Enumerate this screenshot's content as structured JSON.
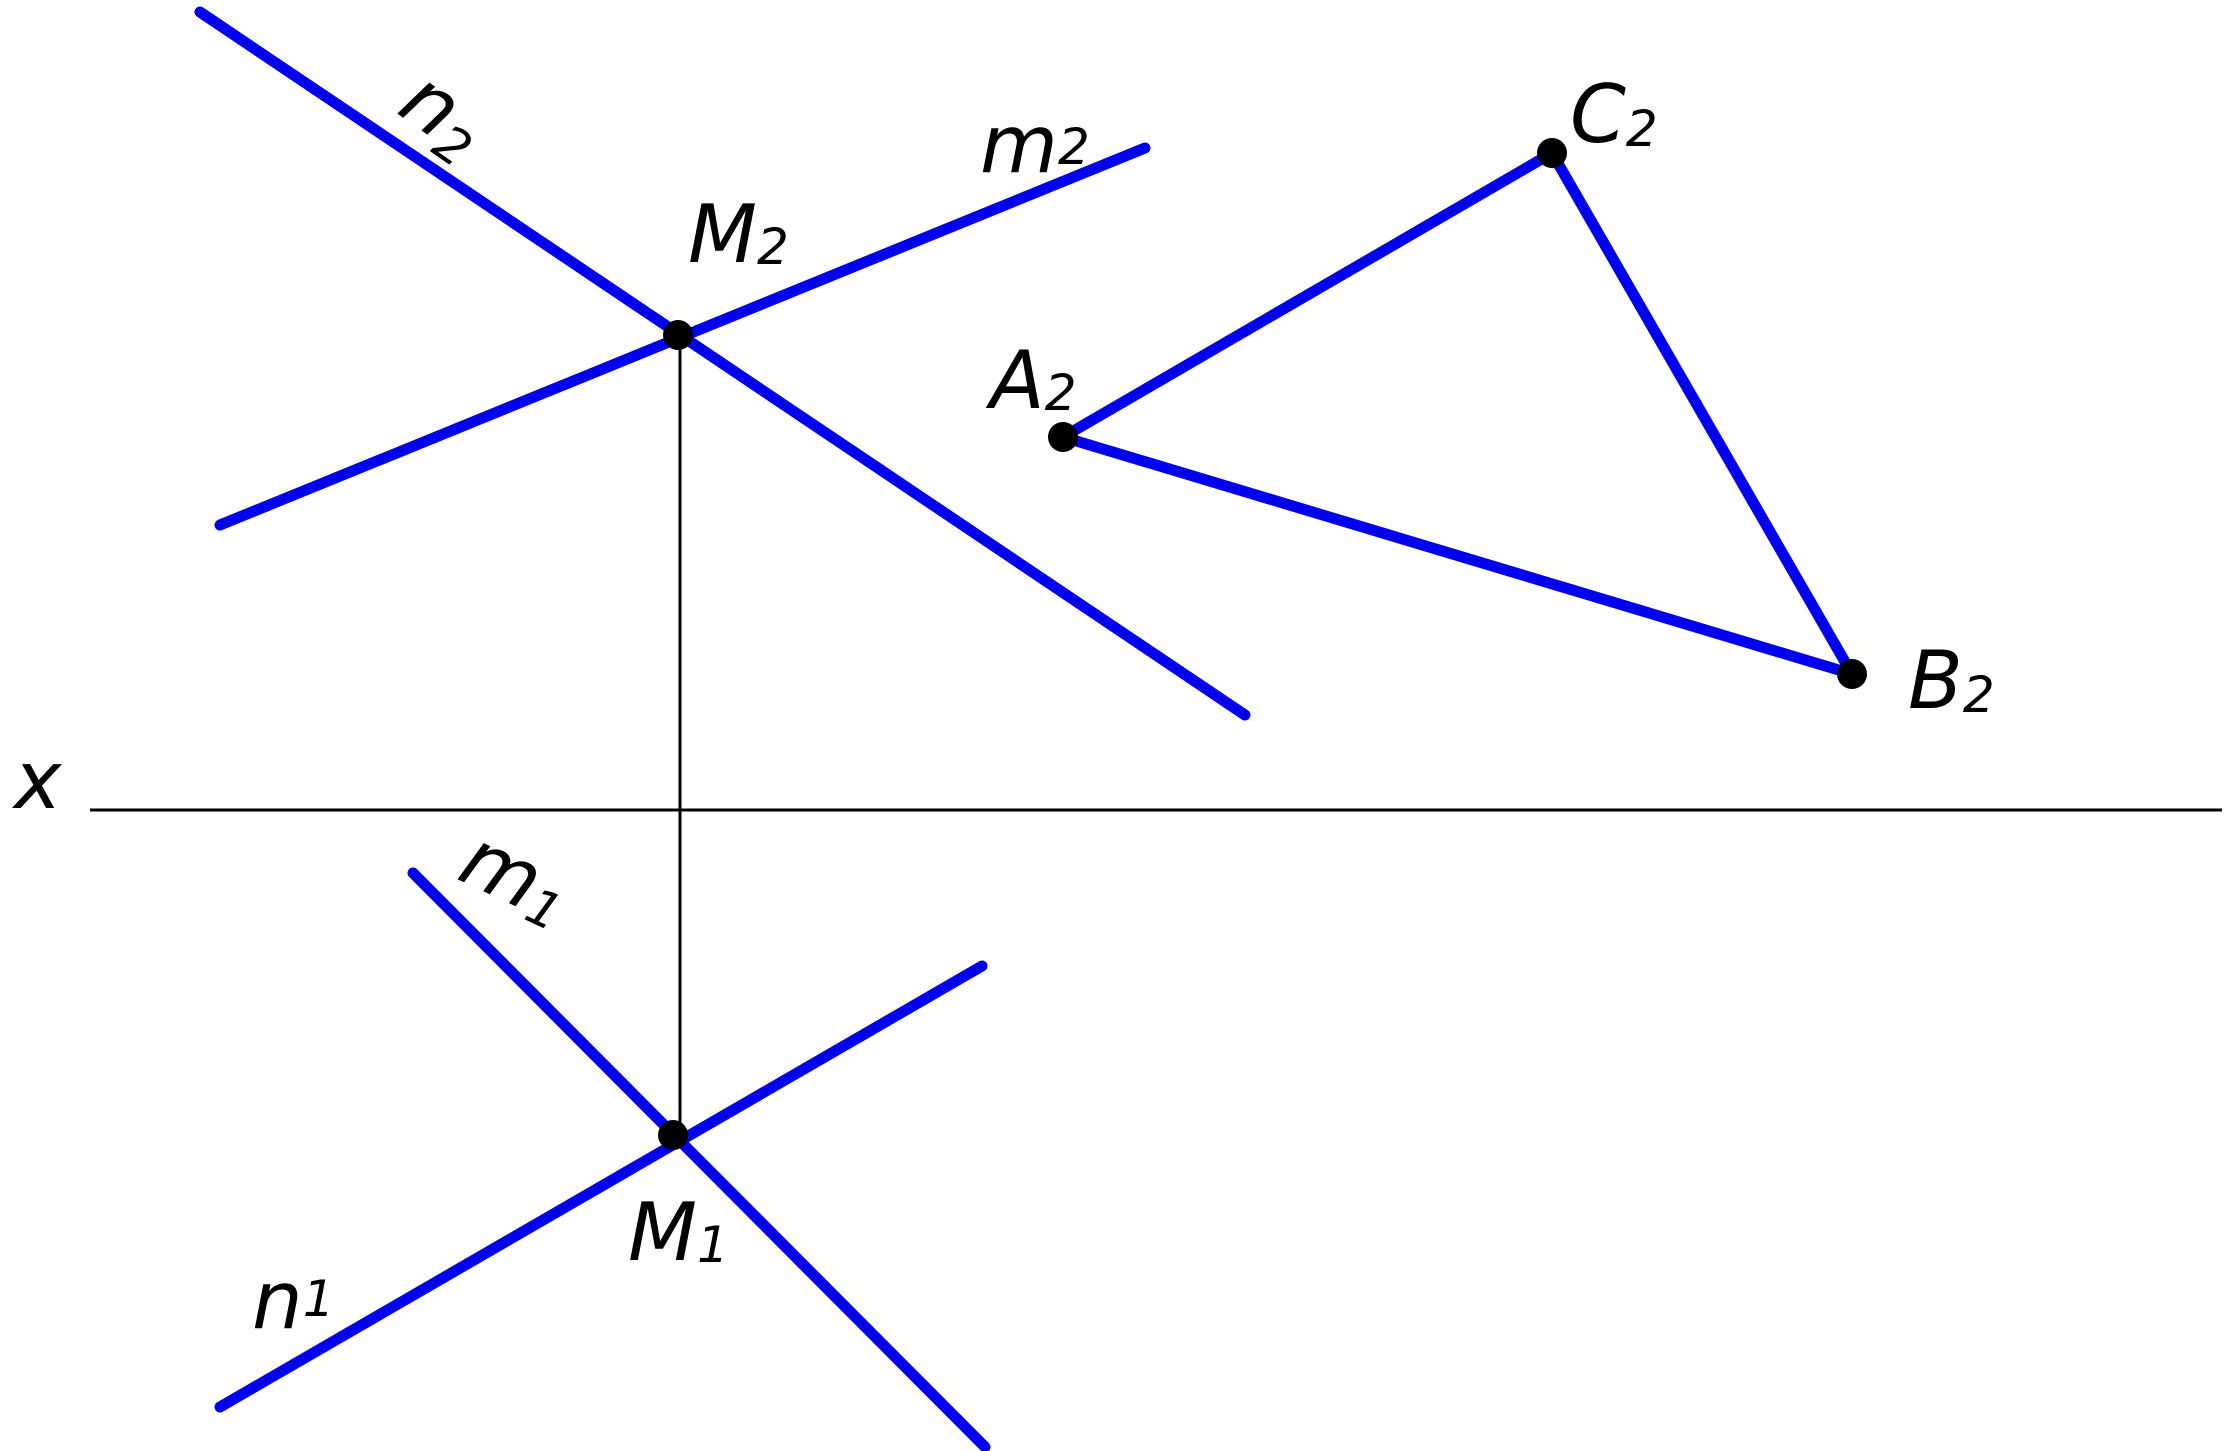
{
  "axis": {
    "label": "x"
  },
  "lines": {
    "n2": {
      "label": "n",
      "sub": "2"
    },
    "m2": {
      "label": "m",
      "sub": "2"
    },
    "m1": {
      "label": "m",
      "sub": "1"
    },
    "n1": {
      "label": "n",
      "sub": "1"
    }
  },
  "points": {
    "M2": {
      "label": "M",
      "sub": "2"
    },
    "M1": {
      "label": "M",
      "sub": "1"
    },
    "A2": {
      "label": "A",
      "sub": "2"
    },
    "B2": {
      "label": "B",
      "sub": "2"
    },
    "C2": {
      "label": "C",
      "sub": "2"
    }
  },
  "colors": {
    "lines": "#0000ee",
    "construction": "#000000",
    "background": "#ffffff"
  }
}
